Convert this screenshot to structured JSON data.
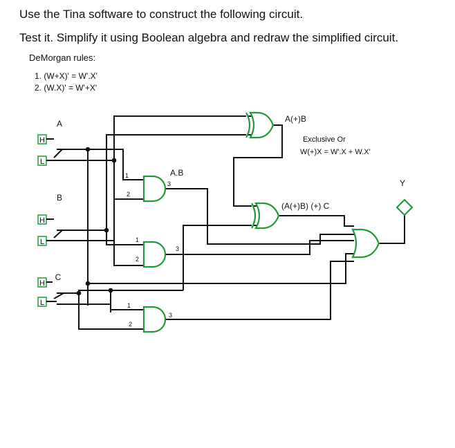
{
  "instructions": {
    "line1": "Use the Tina software to construct the following circuit.",
    "line2": "Test it. Simplify it using Boolean algebra and redraw the simplified circuit."
  },
  "demorgan": {
    "title": "DeMorgan rules:",
    "rules": [
      "1.  (W+X)' = W'.X'",
      "2.  (W.X)' = W'+X'"
    ]
  },
  "circuit": {
    "inputs": [
      "A",
      "B",
      "C"
    ],
    "switch_high": "H",
    "switch_low": "L",
    "output_label": "Y",
    "labels": {
      "xor_top": "A(+)B",
      "and_top": "A.B",
      "xor_mid": "(A(+)B) (+) C",
      "exclusive_or_title": "Exclusive Or",
      "exclusive_or_formula": "W(+)X = W'.X + W.X'"
    },
    "pins": {
      "one": "1",
      "two": "2",
      "three": "3"
    },
    "wire_color": "#111111",
    "component_color": "#1f9a3a"
  }
}
